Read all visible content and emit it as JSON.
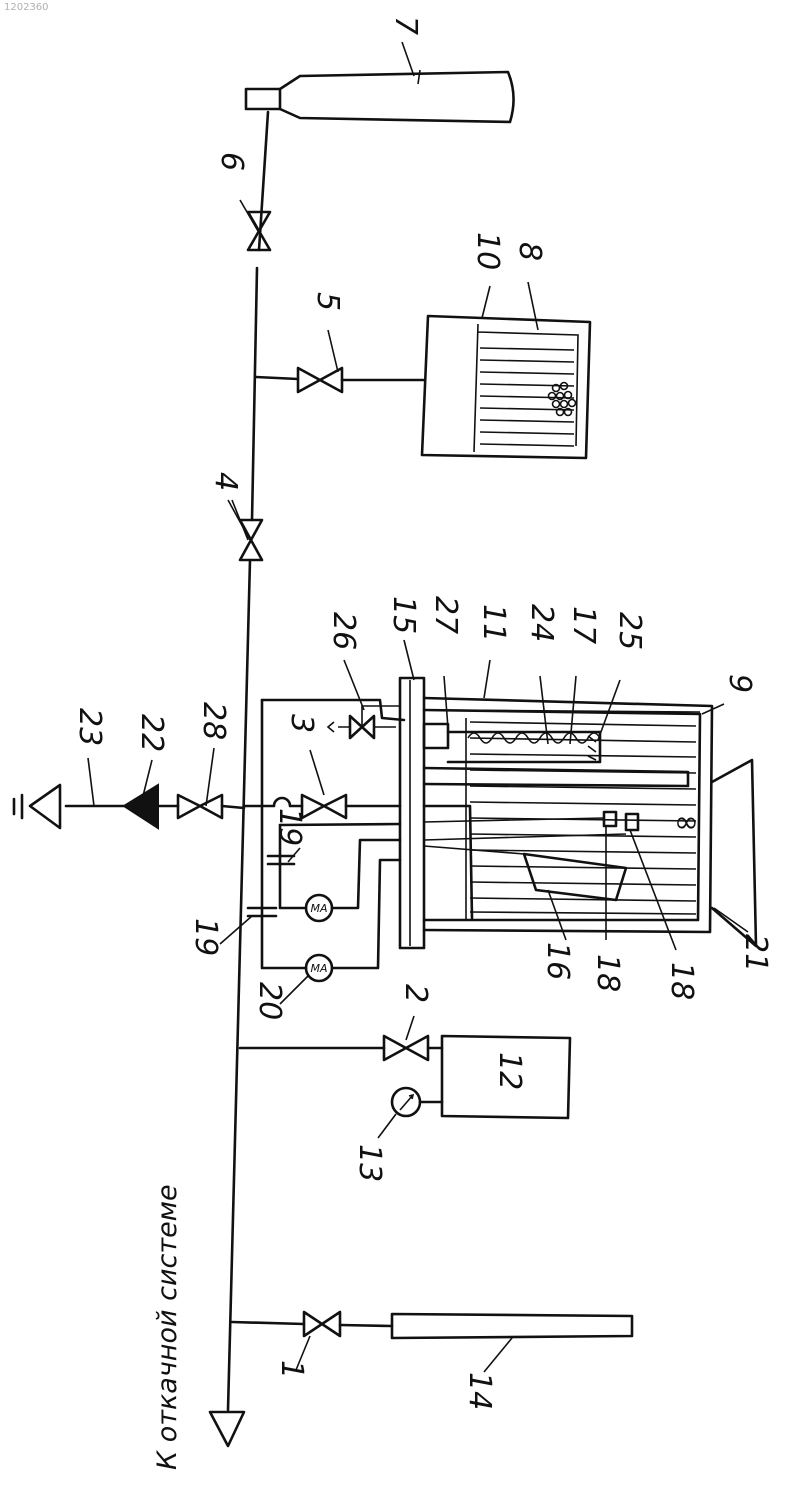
{
  "doc_number": "1202360",
  "caption": "К откачной системе",
  "meter_label": "MA",
  "labels": {
    "l1": "1",
    "l2": "2",
    "l3": "3",
    "l4": "4",
    "l5": "5",
    "l6": "6",
    "l7": "7",
    "l8": "8",
    "l9": "9",
    "l10": "10",
    "l11": "11",
    "l12": "12",
    "l13": "13",
    "l14": "14",
    "l15": "15",
    "l16": "16",
    "l17": "17",
    "l18a": "18",
    "l18b": "18",
    "l19a": "19",
    "l19b": "19",
    "l20": "20",
    "l21": "21",
    "l22": "22",
    "l23": "23",
    "l24": "24",
    "l25": "25",
    "l26": "26",
    "l27": "27",
    "l28": "28"
  }
}
